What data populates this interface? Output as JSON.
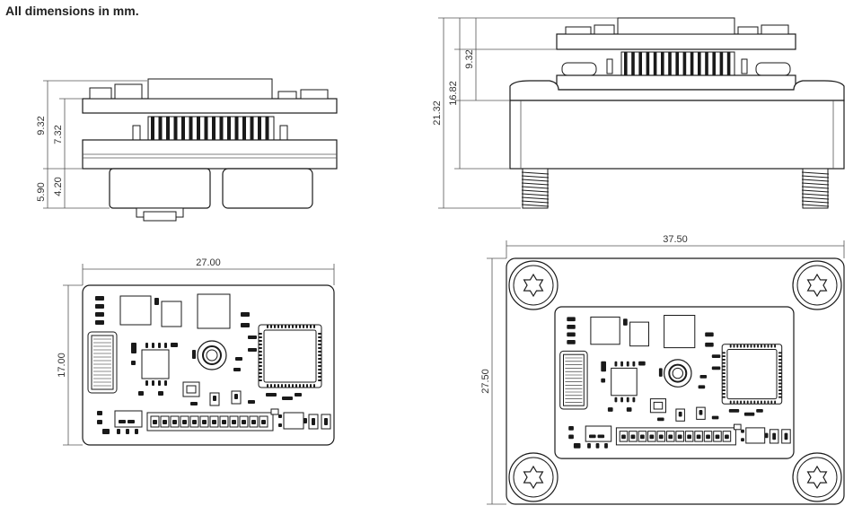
{
  "header": {
    "note": "All dimensions in mm."
  },
  "drawings": {
    "side_view_small": {
      "dims": {
        "a": "9.32",
        "b": "7.32",
        "c": "5.90",
        "d": "4.20"
      }
    },
    "side_view_large": {
      "dims": {
        "a": "21.32",
        "b": "16.82",
        "c": "9.32"
      }
    },
    "top_view_small": {
      "dims": {
        "width": "27.00",
        "height": "17.00"
      }
    },
    "top_view_large": {
      "dims": {
        "width": "37.50",
        "height": "27.50"
      }
    }
  }
}
